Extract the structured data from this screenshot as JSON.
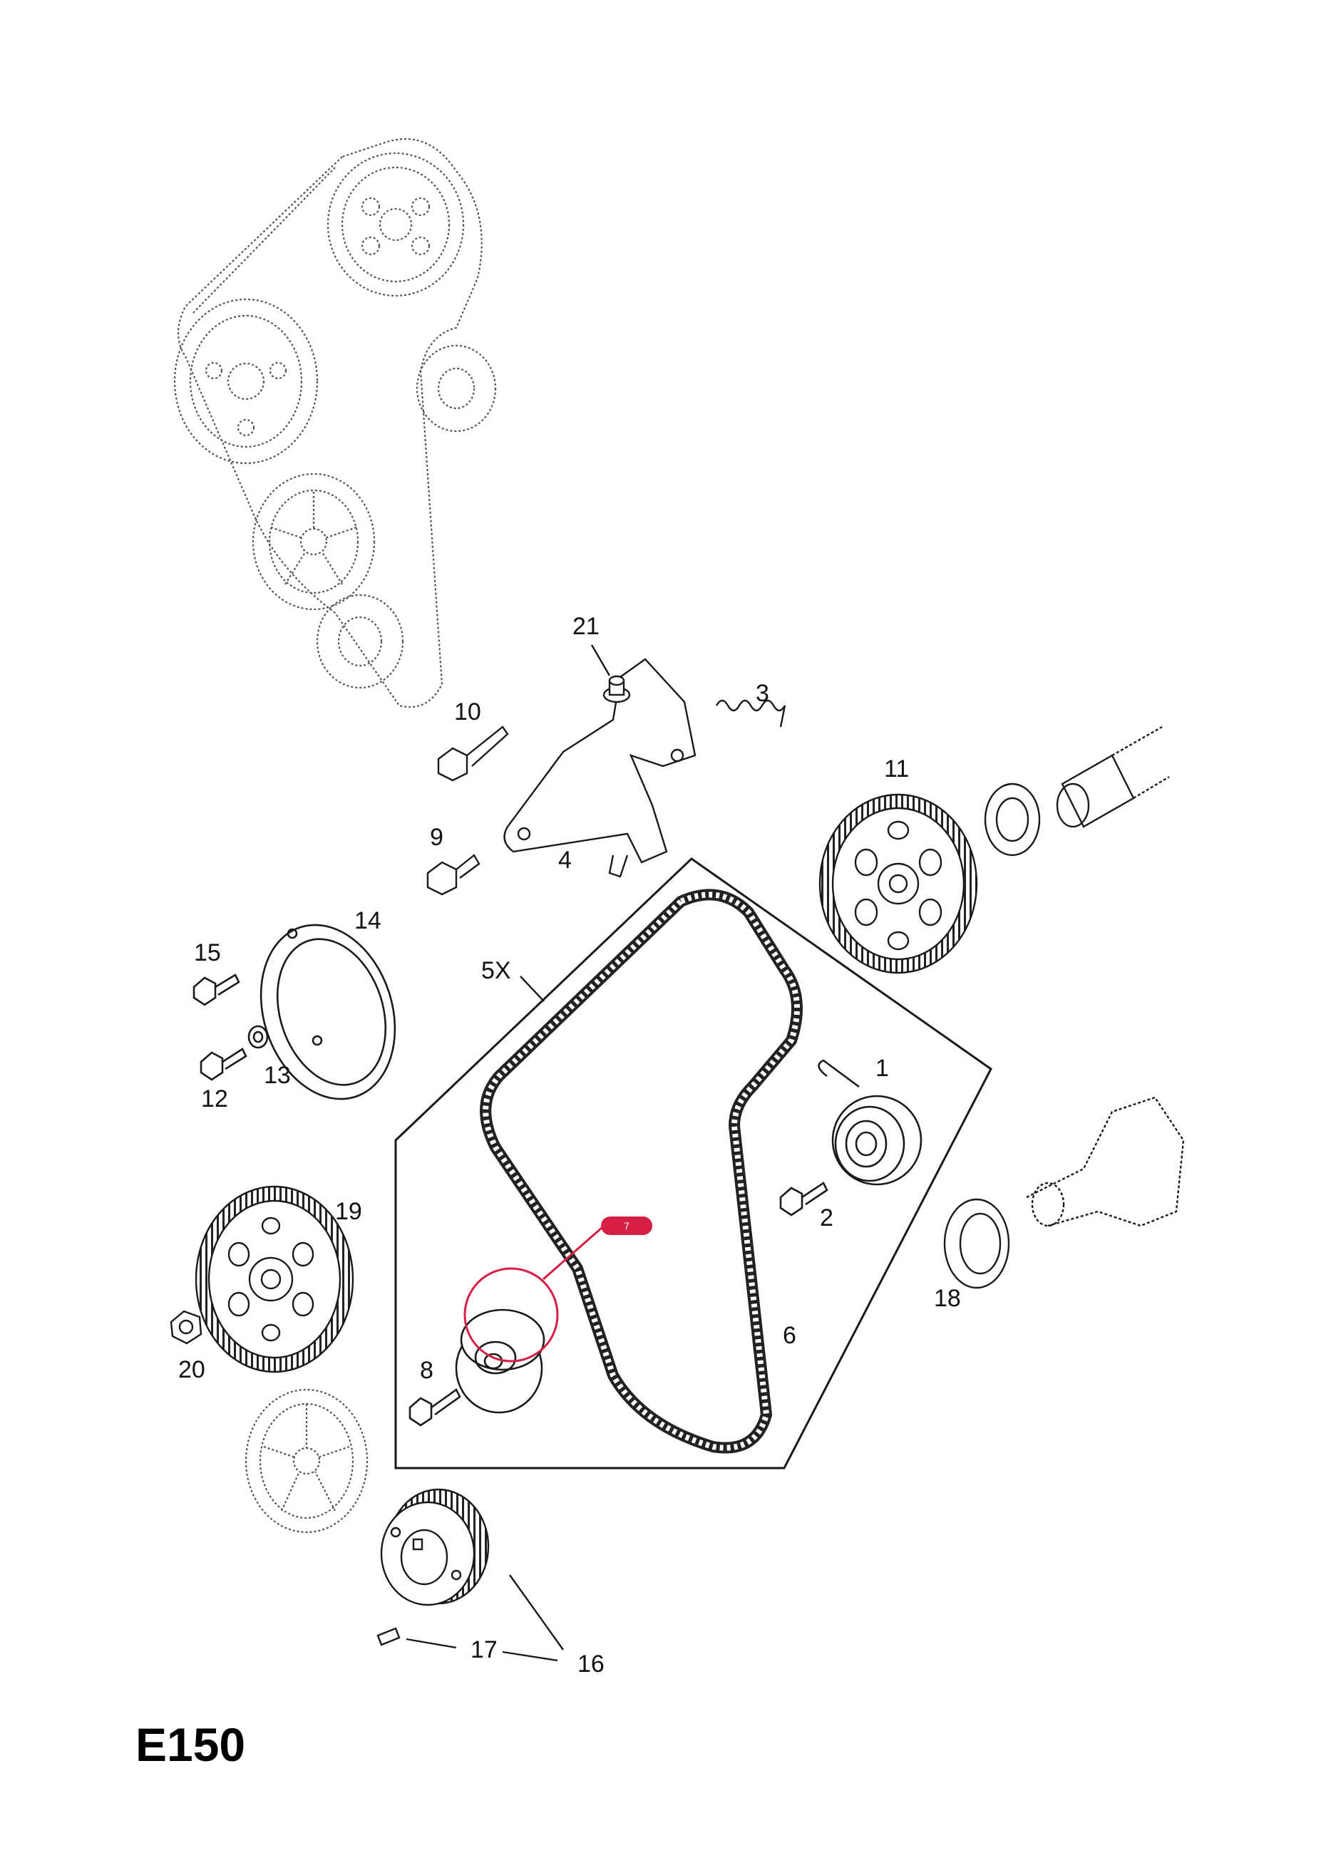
{
  "diagram": {
    "code": "E150",
    "callouts": [
      {
        "id": "c1",
        "text": "1"
      },
      {
        "id": "c2",
        "text": "2"
      },
      {
        "id": "c3",
        "text": "3"
      },
      {
        "id": "c4",
        "text": "4"
      },
      {
        "id": "c5",
        "text": "5X"
      },
      {
        "id": "c6",
        "text": "6"
      },
      {
        "id": "c8",
        "text": "8"
      },
      {
        "id": "c9",
        "text": "9"
      },
      {
        "id": "c10",
        "text": "10"
      },
      {
        "id": "c11",
        "text": "11"
      },
      {
        "id": "c12",
        "text": "12"
      },
      {
        "id": "c13",
        "text": "13"
      },
      {
        "id": "c14",
        "text": "14"
      },
      {
        "id": "c15",
        "text": "15"
      },
      {
        "id": "c16",
        "text": "16"
      },
      {
        "id": "c17",
        "text": "17"
      },
      {
        "id": "c18",
        "text": "18"
      },
      {
        "id": "c19",
        "text": "19"
      },
      {
        "id": "c20",
        "text": "20"
      },
      {
        "id": "c21",
        "text": "21"
      }
    ],
    "hotspot": {
      "text": "7"
    },
    "colors": {
      "line": "#1a1a1a",
      "dotted": "#555555",
      "highlight": "#d61f45",
      "background": "#ffffff"
    }
  }
}
